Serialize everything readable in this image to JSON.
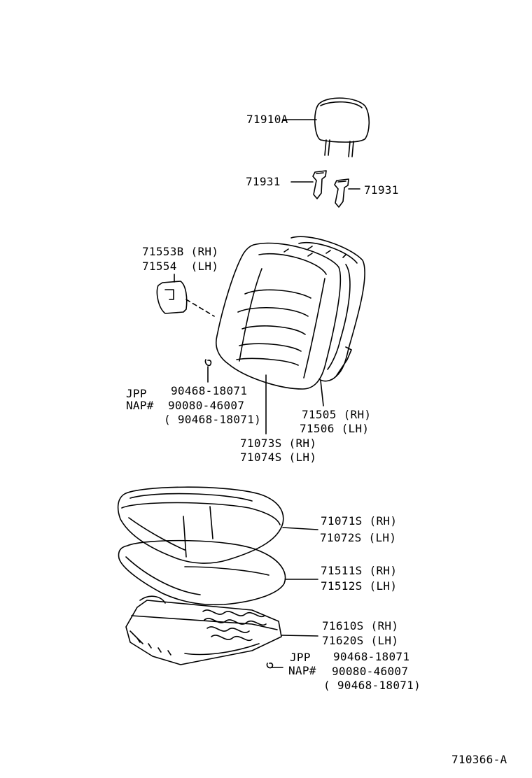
{
  "diagram_id": "710366-A",
  "parts": {
    "headrest": "71910A",
    "headrest_support_left": "71931",
    "headrest_support_right": "71931",
    "side_cover_rh": "71553B (RH)",
    "side_cover_lh": "71554  (LH)",
    "back_pad_rh": "71505 (RH)",
    "back_pad_lh": "71506 (LH)",
    "back_cover_rh": "71073S (RH)",
    "back_cover_lh": "71074S (LH)",
    "cushion_cover_rh": "71071S (RH)",
    "cushion_cover_lh": "71072S (LH)",
    "cushion_pad_rh": "71511S (RH)",
    "cushion_pad_lh": "71512S (LH)",
    "cushion_frame_rh": "71610S (RH)",
    "cushion_frame_lh": "71620S (LH)"
  },
  "fastener_back": {
    "jpp_label": "JPP",
    "jpp_part": "90468-18071",
    "nap_label": "NAP#",
    "nap_part": "90080-46007",
    "alt_part": "( 90468-18071)"
  },
  "fastener_cushion": {
    "jpp_label": "JPP",
    "jpp_part": "90468-18071",
    "nap_label": "NAP#",
    "nap_part": "90080-46007",
    "alt_part": "( 90468-18071)"
  }
}
